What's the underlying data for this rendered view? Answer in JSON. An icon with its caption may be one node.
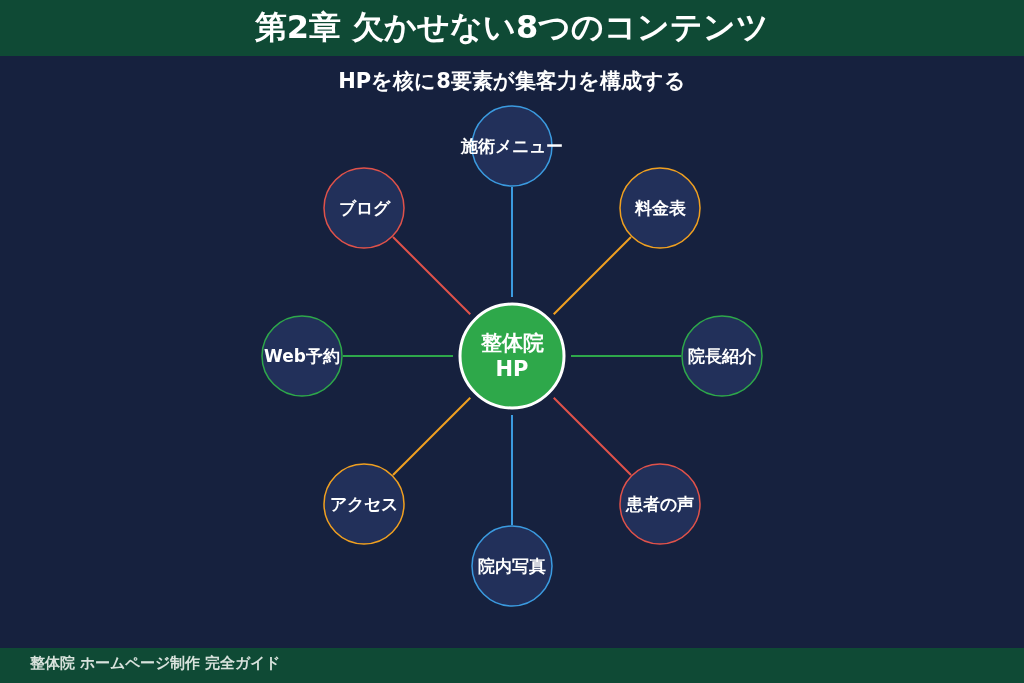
{
  "diagram": {
    "title": "第2章 欠かせない8つのコンテンツ",
    "nodes": [
      {
        "text": [
          "施術メニュー"
        ]
      },
      {
        "text": [
          "ブログ"
        ]
      },
      {
        "text": [
          "料金表"
        ]
      },
      {
        "text": [
          "Web予約"
        ]
      },
      {
        "text": [
          "整体院HP"
        ]
      },
      {
        "text": [
          "院長紹介"
        ]
      },
      {
        "text": [
          "アクセス"
        ]
      },
      {
        "text": [
          "患者の声"
        ]
      },
      {
        "text": [
          "院内写真"
        ]
      }
    ],
    "edges": [
      {
        "from": 4,
        "to": 0,
        "arrow": "none",
        "color": "#3b9be0"
      },
      {
        "from": 4,
        "to": 1,
        "arrow": "none",
        "color": "#e0524a"
      },
      {
        "from": 4,
        "to": 2,
        "arrow": "none",
        "color": "#f0a020"
      },
      {
        "from": 4,
        "to": 3,
        "arrow": "none",
        "color": "#2ea84a"
      },
      {
        "from": 4,
        "to": 5,
        "arrow": "none",
        "color": "#2ea84a"
      },
      {
        "from": 4,
        "to": 6,
        "arrow": "none",
        "color": "#f0a020"
      },
      {
        "from": 4,
        "to": 7,
        "arrow": "none",
        "color": "#e0524a"
      },
      {
        "from": 4,
        "to": 8,
        "arrow": "none",
        "color": "#3b9be0"
      }
    ],
    "labels": [
      "HPを核に8要素が集客力を構成する",
      "整体院 ホームページ制作 完全ガイド"
    ]
  }
}
